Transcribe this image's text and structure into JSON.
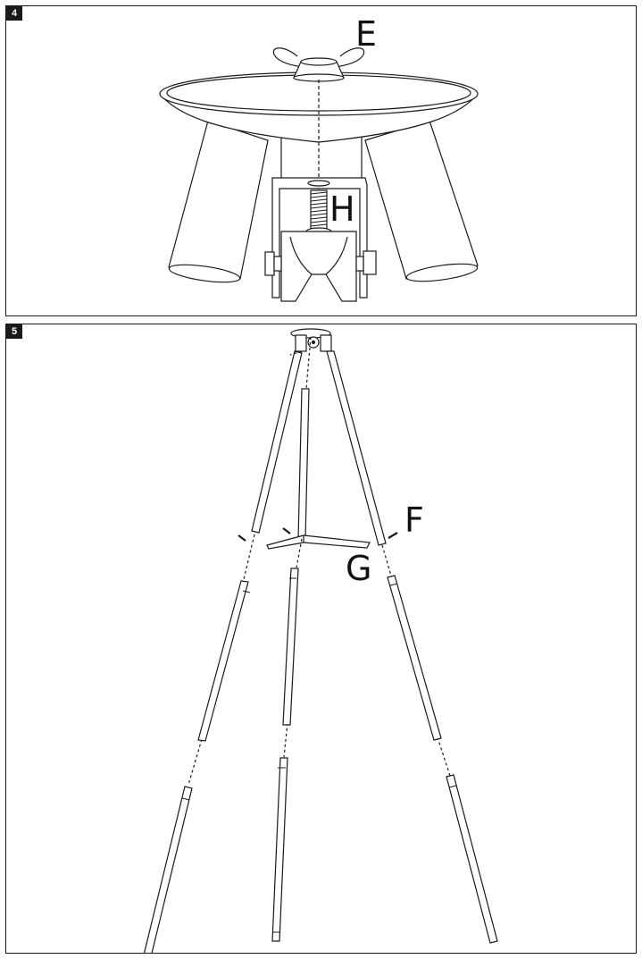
{
  "steps": [
    {
      "number": "4",
      "labels": {
        "E": "E",
        "H": "H"
      }
    },
    {
      "number": "5",
      "labels": {
        "F": "F",
        "G": "G"
      }
    }
  ],
  "colors": {
    "line": "#1a1a1a",
    "fill": "#ffffff",
    "badge": "#1a1a1a"
  }
}
